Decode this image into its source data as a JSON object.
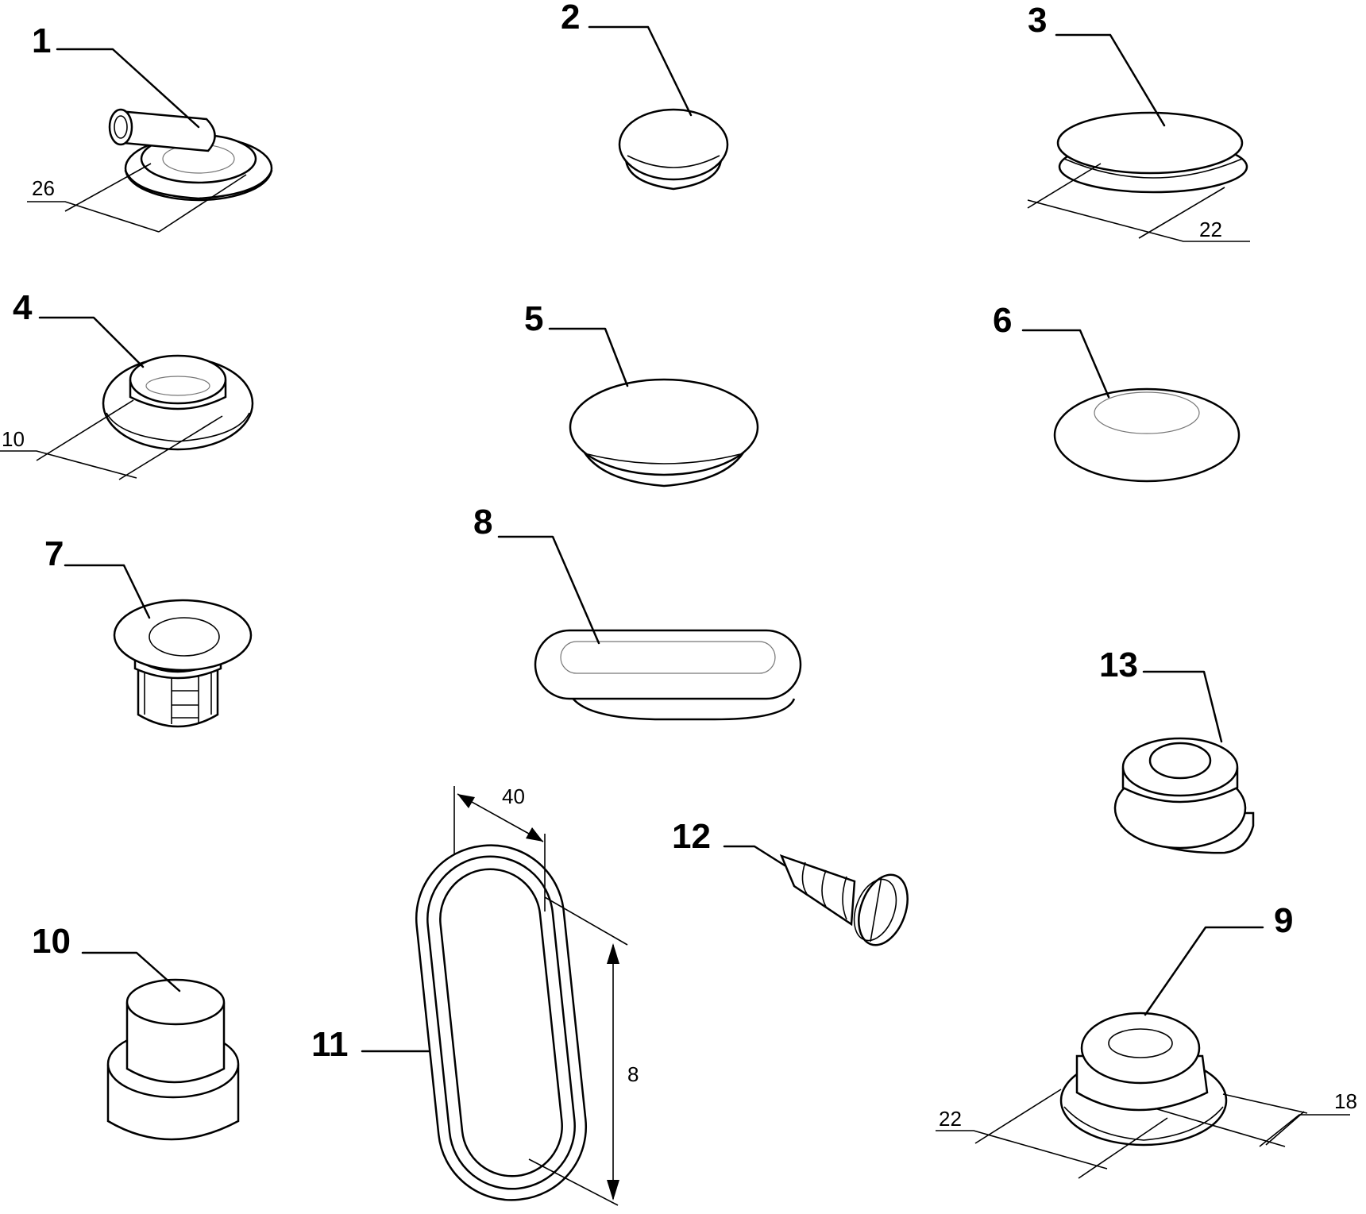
{
  "callouts": {
    "p1": "1",
    "p2": "2",
    "p3": "3",
    "p4": "4",
    "p5": "5",
    "p6": "6",
    "p7": "7",
    "p8": "8",
    "p9": "9",
    "p10": "10",
    "p11": "11",
    "p12": "12",
    "p13": "13"
  },
  "dimensions": {
    "d1": "26",
    "d3": "22",
    "d4": "10",
    "d9a": "22",
    "d9b": "18",
    "d11w": "40",
    "d11h": "8"
  }
}
